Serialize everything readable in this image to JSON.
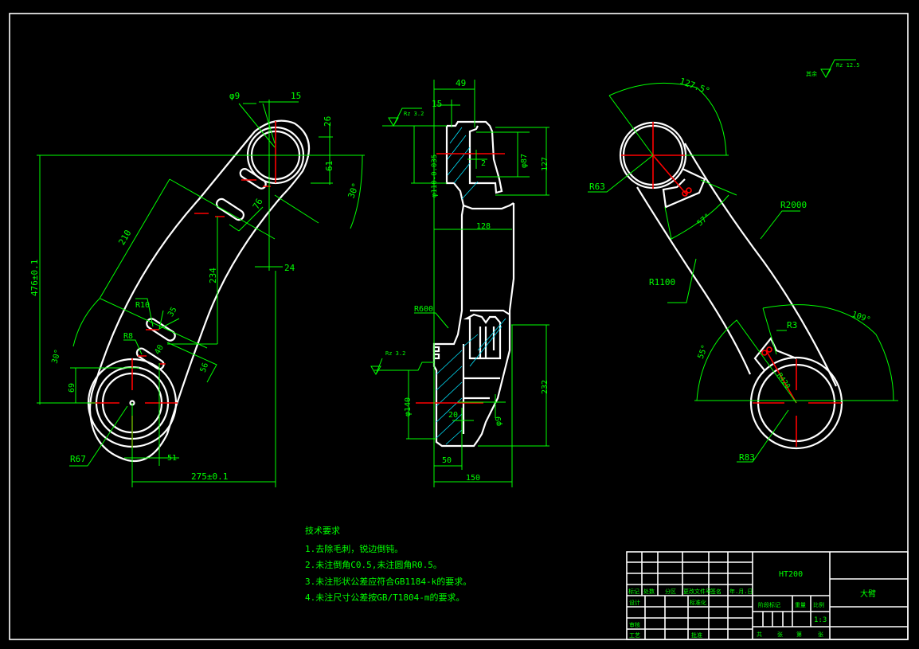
{
  "drawing": {
    "colors": {
      "background": "#000000",
      "outline": "#ffffff",
      "dimension": "#00ff00",
      "centerline": "#ff0000",
      "hatch": "#00e5ff"
    },
    "surface_finish_general": {
      "prefix": "其余",
      "value": "Rz 12.5"
    },
    "left_view": {
      "dims": [
        "φ9",
        "15",
        "26",
        "61",
        "30°",
        "210",
        "76",
        "234",
        "24",
        "476±0.1",
        "R10",
        "35",
        "R8",
        "40",
        "56",
        "30°",
        "69",
        "R67",
        "51",
        "275±0.1"
      ]
    },
    "section_view": {
      "dims": [
        "49",
        "15",
        "Rz 3.2",
        "φ110-0.035",
        "φ87",
        "2",
        "127",
        "128",
        "R600",
        "Rz 3.2",
        "φ140",
        "20",
        "φ9",
        "232",
        "50",
        "150"
      ]
    },
    "right_view": {
      "dims": [
        "127.5°",
        "R63",
        "57°",
        "R2000",
        "R1100",
        "109°",
        "R3",
        "55°",
        "R420",
        "R83"
      ]
    },
    "tech_requirements": {
      "title": "技术要求",
      "items": [
        "1.去除毛刺，锐边倒钝。",
        "2.未注倒角C0.5,未注圆角R0.5。",
        "3.未注形状公差应符合GB1184-k的要求。",
        "4.未注尺寸公差按GB/T1804-m的要求。"
      ]
    },
    "title_block": {
      "material": "HT200",
      "part_name": "大臂",
      "revision_headers": [
        "标记",
        "处数",
        "分区",
        "更改文件号",
        "签名",
        "年.月.日"
      ],
      "design": "设计",
      "standardization": "标准化",
      "review": "审核",
      "process": "工艺",
      "approve": "批准",
      "stage_mark": "阶段标记",
      "weight": "重量",
      "scale_label": "比例",
      "scale": "1:3",
      "sheets": [
        "共",
        "张",
        "第",
        "张"
      ]
    }
  }
}
